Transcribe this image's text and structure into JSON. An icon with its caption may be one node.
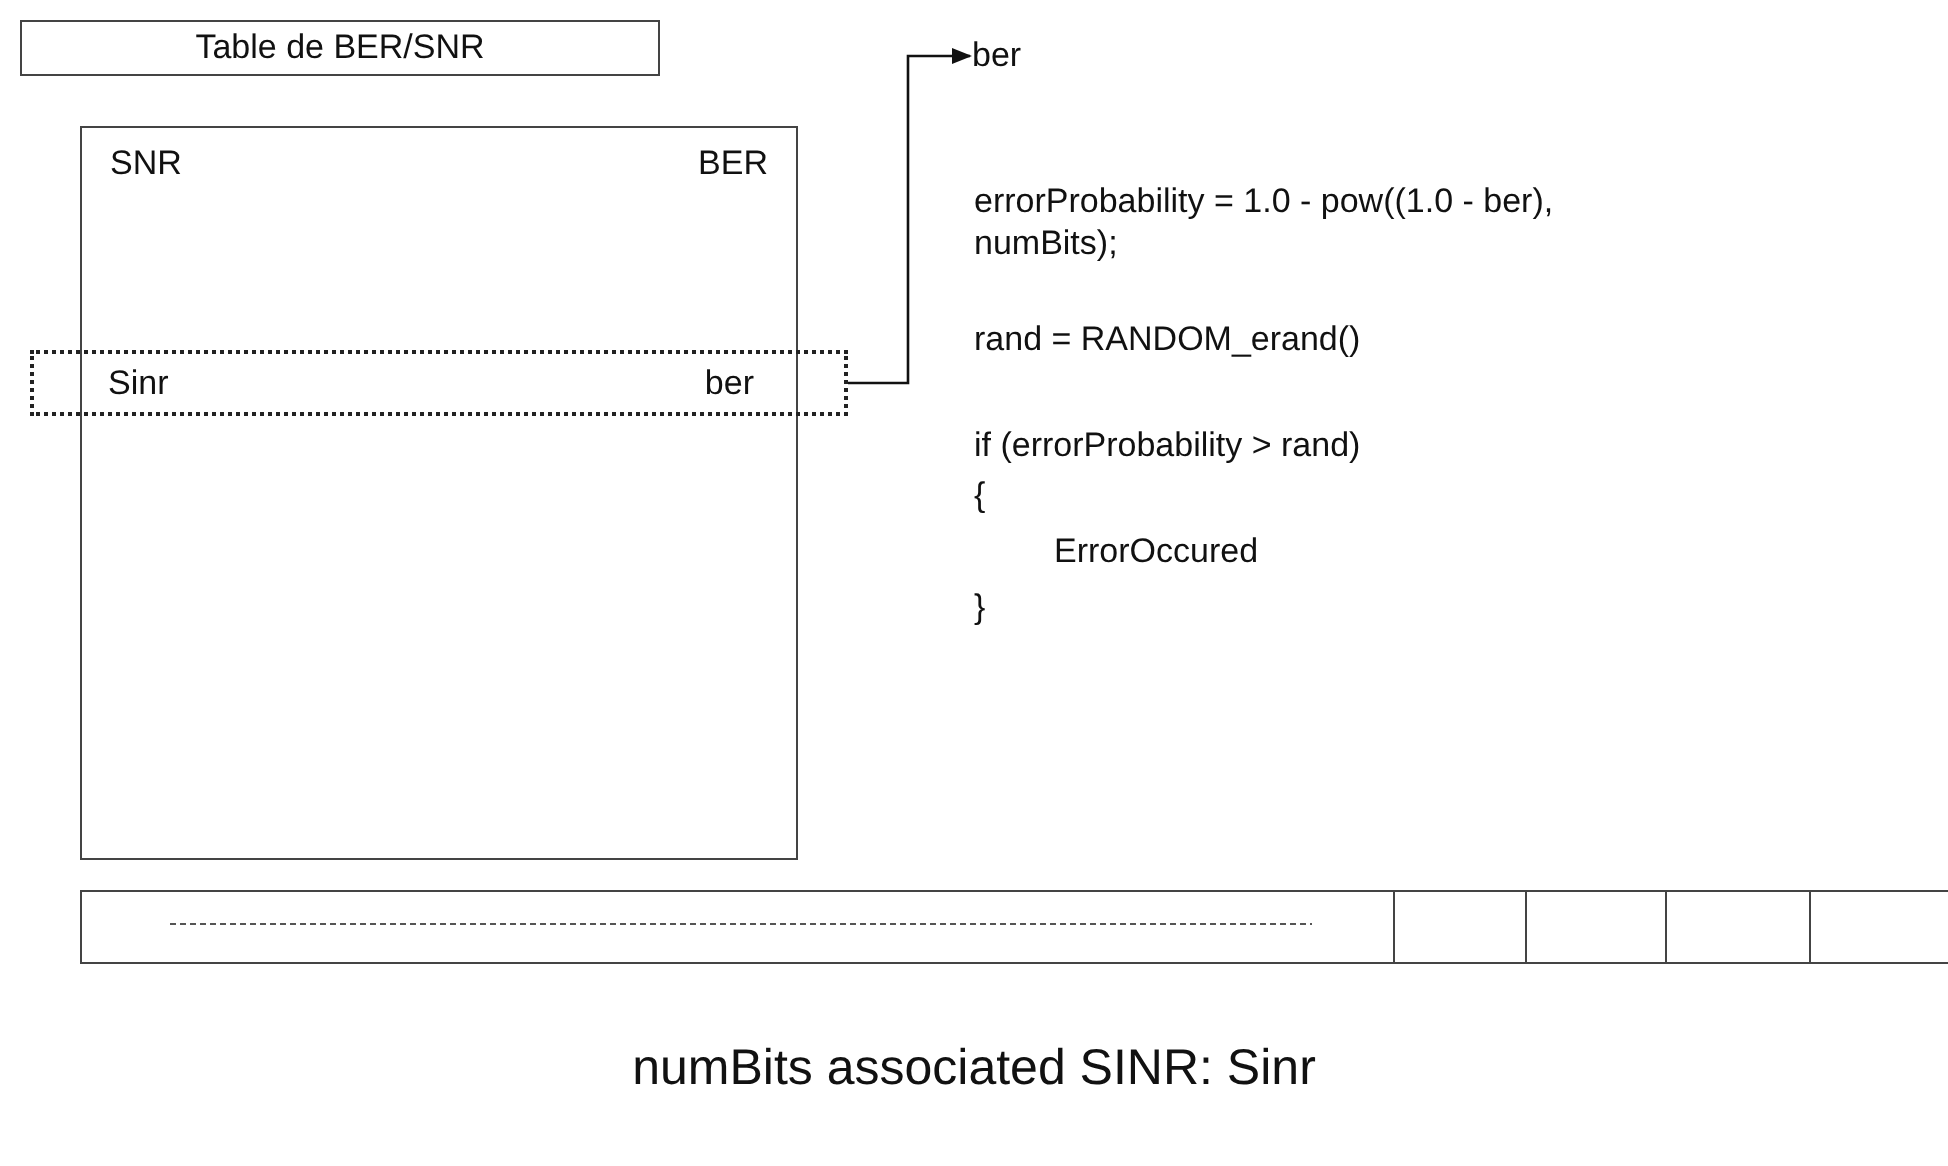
{
  "diagram": {
    "caption": "numBits associated SINR: Sinr",
    "nodes": [
      {
        "text": [
          "Table de BER/SNR"
        ]
      },
      {
        "text": [
          "SNR",
          "BER"
        ]
      },
      {
        "text": [
          "Sinr",
          "ber"
        ]
      },
      {
        "text": [
          "ber"
        ]
      },
      {
        "text": [],
        "shape": "bar"
      }
    ],
    "edges": [
      {
        "from": 2,
        "to": 3,
        "arrow": "to"
      }
    ],
    "labels": [
      "errorProbability = 1.0 - pow((1.0 - ber), numBits);",
      "rand = RANDOM_erand()",
      "if (errorProbability > rand)",
      "{",
      "ErrorOccured",
      "}"
    ]
  }
}
